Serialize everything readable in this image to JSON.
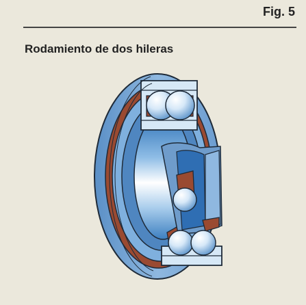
{
  "figure": {
    "number_label": "Fig. 5",
    "caption": "Rodamiento de dos hileras"
  },
  "illustration": {
    "subject": "double-row ball bearing cutaway",
    "colors": {
      "background": "#ebe8dc",
      "ring_blue": "#6f9ccb",
      "ring_light": "#bcd7ef",
      "cage_red": "#9a4a31",
      "ball_highlight": "#ffffff",
      "ball_shade": "#6fa4d6",
      "outline": "#1e2a38"
    }
  }
}
